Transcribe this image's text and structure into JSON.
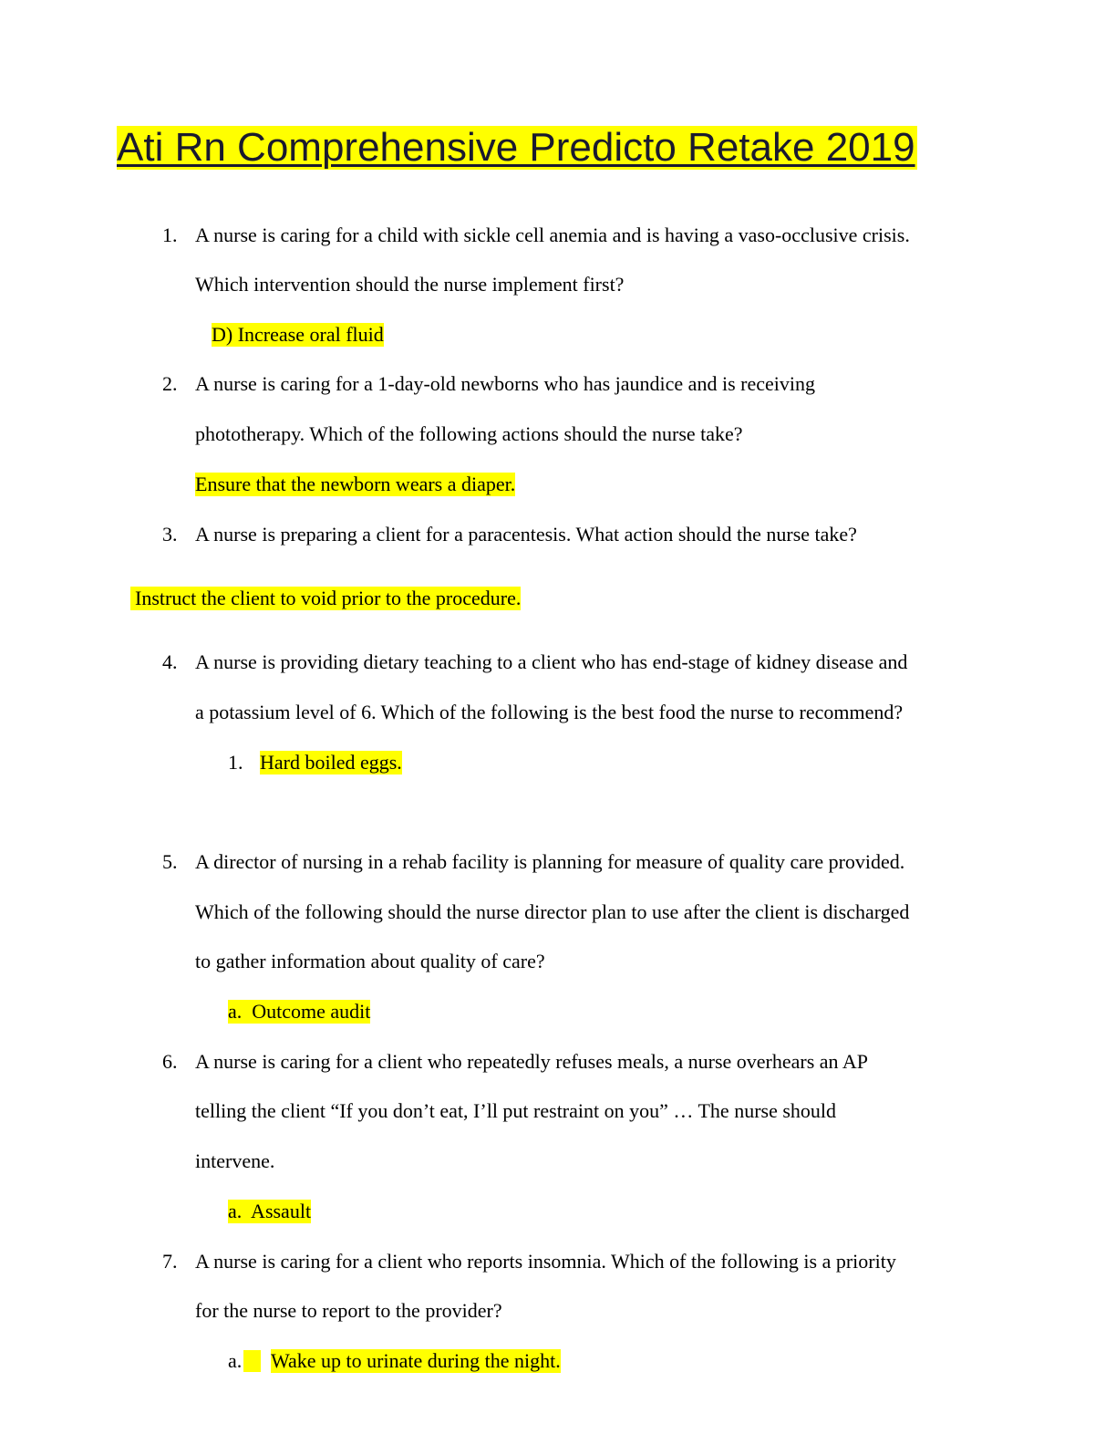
{
  "title": "Ati Rn Comprehensive Predicto Retake 2019",
  "questions": [
    {
      "num": "1.",
      "lines": [
        "A nurse is caring for a child with sickle cell anemia and is having a vaso-occlusive crisis.",
        "Which intervention should the nurse implement first?"
      ],
      "answer": "D) Increase oral fluid"
    },
    {
      "num": "2.",
      "lines": [
        "A nurse is caring for a 1-day-old newborns who has jaundice and is receiving",
        "phototherapy. Which of the following actions should the nurse take?"
      ],
      "answer": "Ensure that the newborn wears a diaper."
    },
    {
      "num": "3.",
      "lines": [
        "A nurse is preparing a client for a paracentesis. What action should the nurse take?"
      ],
      "answer": "Instruct the client to void prior to the procedure."
    },
    {
      "num": "4.",
      "lines": [
        "A nurse is providing dietary teaching to a client who has end-stage of kidney disease and",
        "a potassium level of 6. Which of the following is the best food the nurse to recommend?"
      ],
      "answer_marker": "1.",
      "answer": "Hard boiled eggs."
    },
    {
      "num": "5.",
      "lines": [
        "A director of nursing in a rehab facility is planning for measure of quality care provided.",
        "Which of the following should the nurse director plan to use after the client is discharged",
        "to gather information about quality of care?"
      ],
      "answer": "a.  Outcome audit"
    },
    {
      "num": "6.",
      "lines": [
        "A nurse is caring for a client who repeatedly refuses meals, a nurse overhears an AP",
        "telling the client “If you don’t eat, I’ll put restraint on you” … The nurse should",
        "intervene."
      ],
      "answer": "a.  Assault"
    },
    {
      "num": "7.",
      "lines": [
        "A nurse is caring for a client who reports insomnia. Which of the following is a priority",
        "for the nurse to report to the provider?"
      ],
      "answer_marker": "a.",
      "answer": "Wake up to urinate during the night."
    }
  ]
}
